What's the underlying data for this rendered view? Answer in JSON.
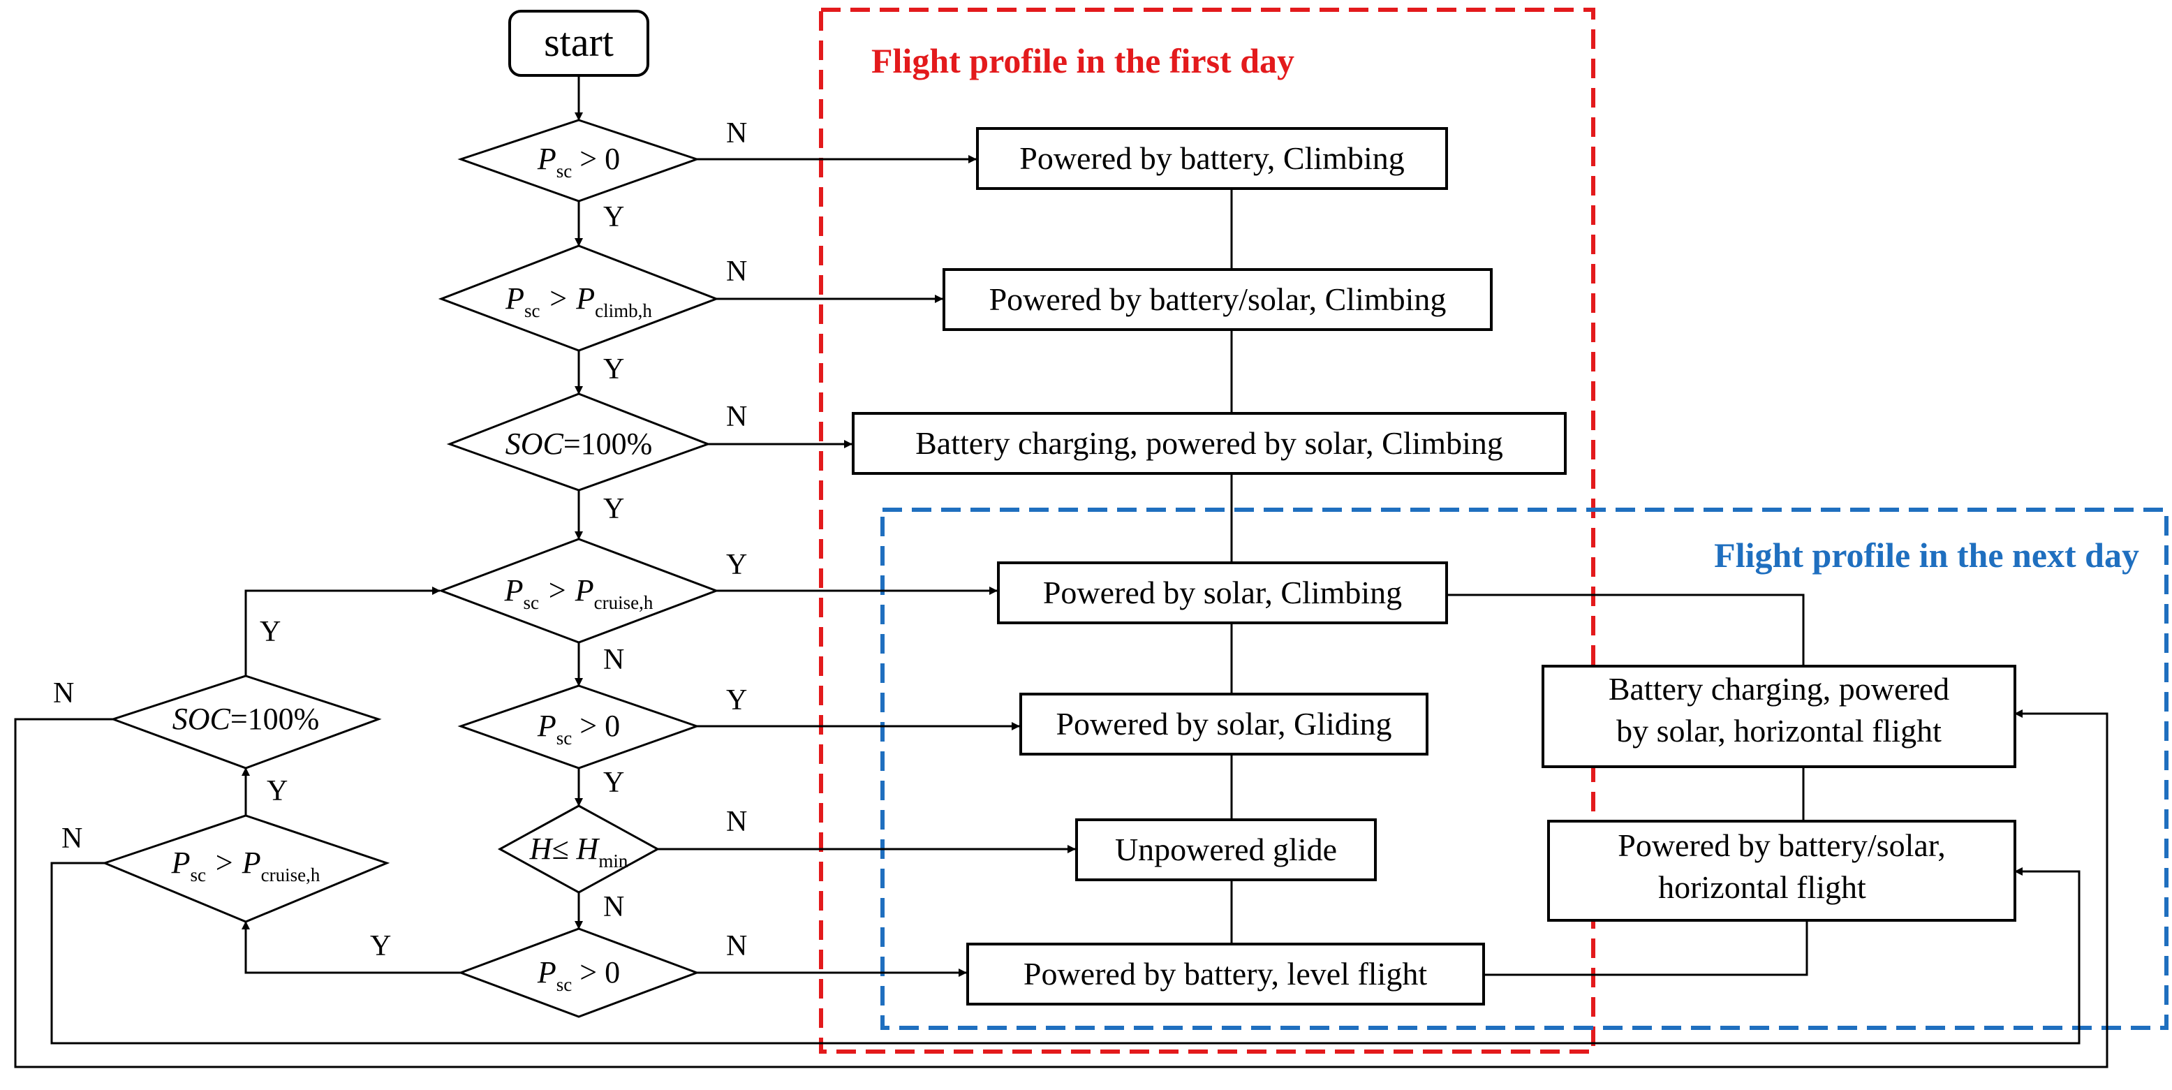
{
  "regions": {
    "first_day": {
      "title": "Flight profile in the first day",
      "color": "#e31a1c"
    },
    "next_day": {
      "title": "Flight profile in the next day",
      "color": "#1f6fbf"
    }
  },
  "start": "start",
  "conditions": {
    "d1": {
      "main": "P",
      "sub": "sc",
      "rest": " > 0"
    },
    "d2": {
      "main": "P",
      "sub": "sc",
      "mid": " > P",
      "sub2": "climb,h"
    },
    "d3": {
      "italic": "SOC",
      "rest": "=100%"
    },
    "d4": {
      "main": "P",
      "sub": "sc",
      "mid": " > P",
      "sub2": "cruise,h"
    },
    "d5": {
      "main": "P",
      "sub": "sc",
      "rest": " > 0"
    },
    "d6": {
      "main": "H",
      "mid": "≤ H",
      "sub2": "min"
    },
    "d7": {
      "main": "P",
      "sub": "sc",
      "rest": " > 0"
    },
    "d8": {
      "main": "P",
      "sub": "sc",
      "mid": " > P",
      "sub2": "cruise,h"
    },
    "d9": {
      "italic": "SOC",
      "rest": "=100%"
    }
  },
  "states": {
    "s1": "Powered by battery, Climbing",
    "s2": "Powered by battery/solar, Climbing",
    "s3": "Battery charging, powered by solar, Climbing",
    "s4": "Powered by solar, Climbing",
    "s5": "Powered by solar, Gliding",
    "s6": "Unpowered glide",
    "s7": "Powered by battery, level flight",
    "s8_line1": "Battery charging, powered",
    "s8_line2": "by solar, horizontal flight",
    "s9_line1": "Powered by battery/solar,",
    "s9_line2": "horizontal flight"
  },
  "branch_labels": {
    "yes": "Y",
    "no": "N"
  }
}
